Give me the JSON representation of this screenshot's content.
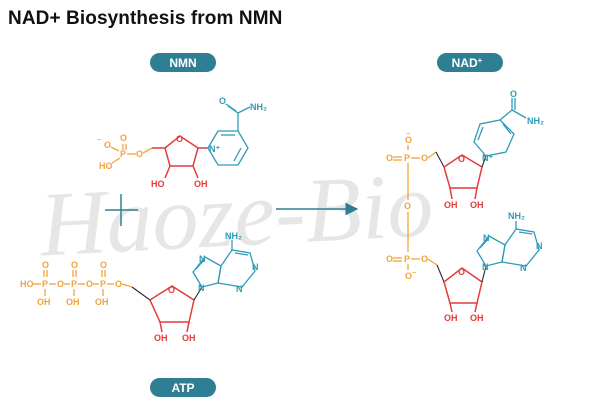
{
  "title": "NAD+ Biosynthesis from NMN",
  "labels": {
    "nmn": "NMN",
    "nad": "NAD",
    "nad_sup": "+",
    "atp": "ATP"
  },
  "watermark": "Haoze-Bio",
  "atoms": {
    "P": "P",
    "O": "O",
    "OH": "OH",
    "HO": "HO",
    "N": "N",
    "N_plus": "N⁺",
    "NH2": "NH₂",
    "minus": "−"
  },
  "colors": {
    "pill": "#2f7f94",
    "phosphate": "#f2a33b",
    "sugar": "#e53b3b",
    "base": "#2e9bb8",
    "arrow": "#2f7f94"
  }
}
